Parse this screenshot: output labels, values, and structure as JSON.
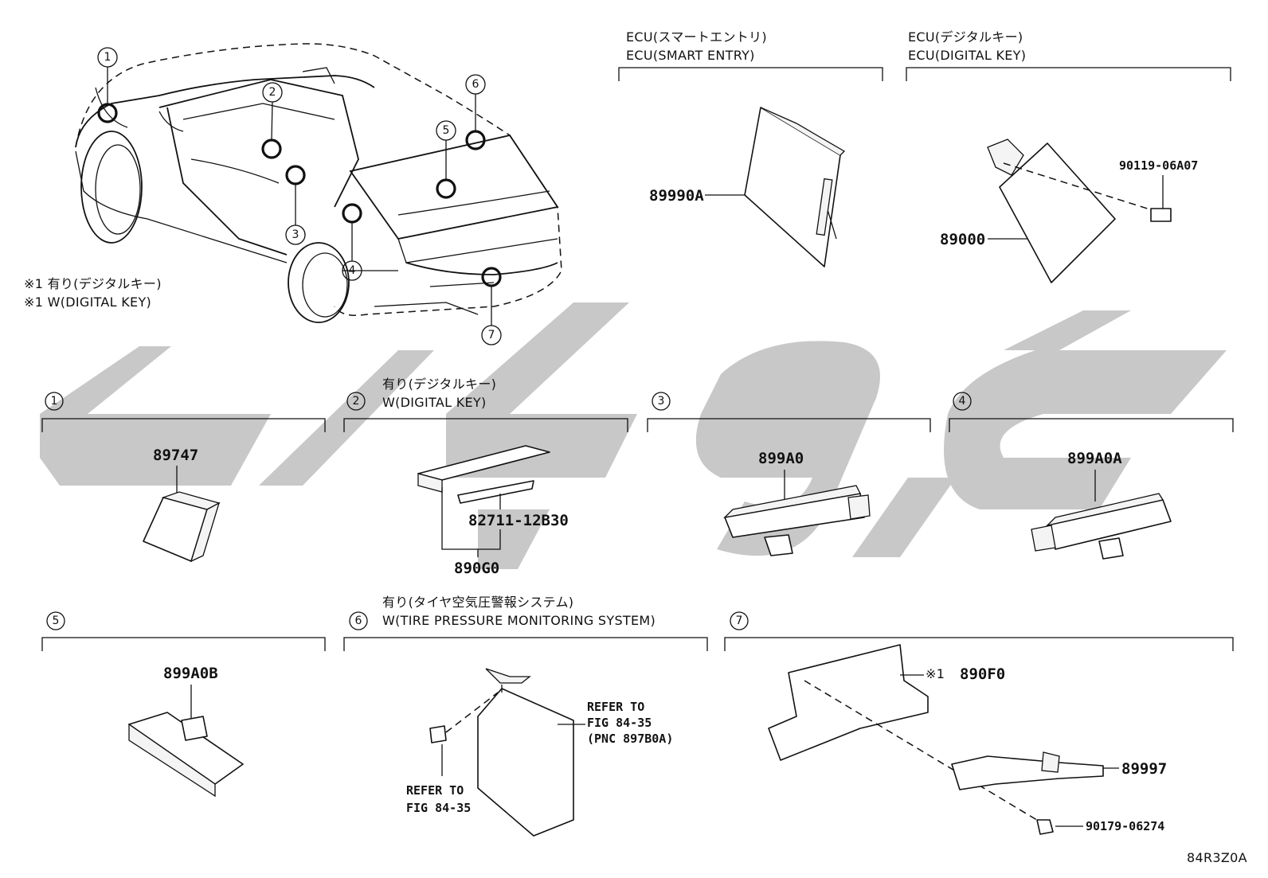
{
  "top_ecu": [
    {
      "id": "ecu-smart-entry",
      "label_jp": "ECU(スマートエントリ)",
      "label_en": "ECU(SMART ENTRY)",
      "part": "89990A"
    },
    {
      "id": "ecu-digital-key",
      "label_jp": "ECU(デジタルキー)",
      "label_en": "ECU(DIGITAL KEY)",
      "part": "89000",
      "screw": "90119-06A07"
    }
  ],
  "footnote": {
    "jp": "※1 有り(デジタルキー)",
    "en": "※1 W(DIGITAL KEY)"
  },
  "car_callouts": [
    "1",
    "2",
    "3",
    "4",
    "5",
    "6",
    "7"
  ],
  "sections": [
    {
      "num": "1",
      "cond_jp": "",
      "cond_en": "",
      "parts": [
        "89747"
      ]
    },
    {
      "num": "2",
      "cond_jp": "有り(デジタルキー)",
      "cond_en": "W(DIGITAL KEY)",
      "parts": [
        "82711-12B30",
        "890G0"
      ]
    },
    {
      "num": "3",
      "cond_jp": "",
      "cond_en": "",
      "parts": [
        "899A0"
      ]
    },
    {
      "num": "4",
      "cond_jp": "",
      "cond_en": "",
      "parts": [
        "899A0A"
      ]
    },
    {
      "num": "5",
      "cond_jp": "",
      "cond_en": "",
      "parts": [
        "899A0B"
      ]
    },
    {
      "num": "6",
      "cond_jp": "有り(タイヤ空気圧警報システム)",
      "cond_en": "W(TIRE PRESSURE MONITORING SYSTEM)",
      "refer1": {
        "l1": "REFER TO",
        "l2": "FIG 84-35",
        "l3": "(PNC 897B0A)"
      },
      "refer2": {
        "l1": "REFER TO",
        "l2": "FIG 84-35"
      }
    },
    {
      "num": "7",
      "cond_jp": "",
      "cond_en": "",
      "parts": [
        "※1",
        "890F0",
        "89997",
        "90179-06274"
      ]
    }
  ],
  "drawing_code": "84R3Z0A"
}
